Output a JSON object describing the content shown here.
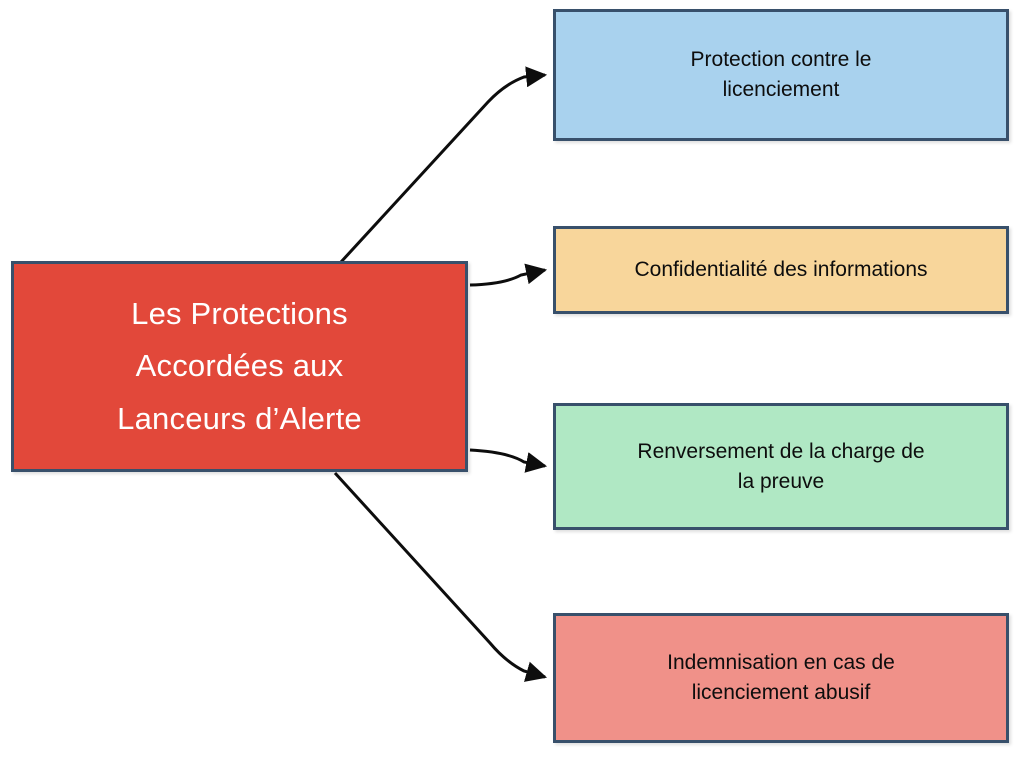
{
  "diagram": {
    "type": "hub-and-spoke",
    "title": "Les Protections Accordées aux Lanceurs d’Alerte",
    "colors": {
      "root_fill": "#E2483A",
      "root_text": "#FFFFFF",
      "border": "#38506B",
      "branch_text": "#0D0D0D",
      "connector": "#0D0D0D",
      "background": "#FFFFFF"
    },
    "root": {
      "label": "Les Protections\nAccordées aux\nLanceurs d’Alerte",
      "fill": "#E2483A"
    },
    "branches": [
      {
        "label": "Protection contre le\nlicenciement",
        "fill": "#A9D2EE"
      },
      {
        "label": "Confidentialité des informations",
        "fill": "#F8D69B"
      },
      {
        "label": "Renversement de la charge de\nla preuve",
        "fill": "#B0E8C4"
      },
      {
        "label": "Indemnisation en cas de\nlicenciement abusif",
        "fill": "#F09189"
      }
    ],
    "connectors": [
      {
        "from": "root",
        "to": "branch-0",
        "arrow": "end"
      },
      {
        "from": "root",
        "to": "branch-1",
        "arrow": "end"
      },
      {
        "from": "root",
        "to": "branch-2",
        "arrow": "end"
      },
      {
        "from": "root",
        "to": "branch-3",
        "arrow": "end"
      }
    ]
  }
}
